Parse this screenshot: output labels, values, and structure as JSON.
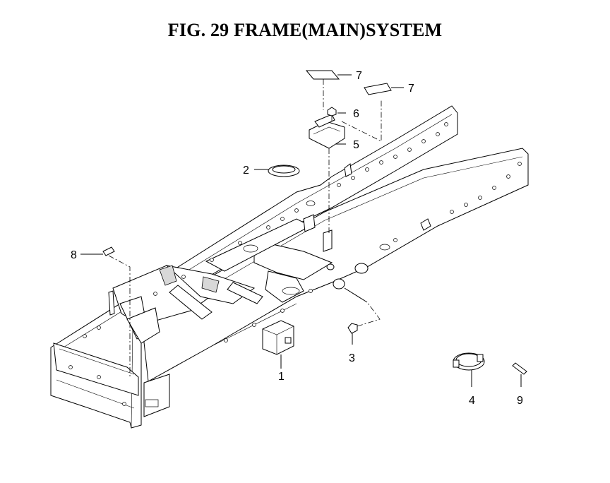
{
  "title": "FIG. 29  FRAME(MAIN)SYSTEM",
  "callouts": {
    "c1": "1",
    "c2": "2",
    "c3": "3",
    "c4": "4",
    "c5": "5",
    "c6": "6",
    "c7a": "7",
    "c7b": "7",
    "c8": "8",
    "c9": "9"
  }
}
